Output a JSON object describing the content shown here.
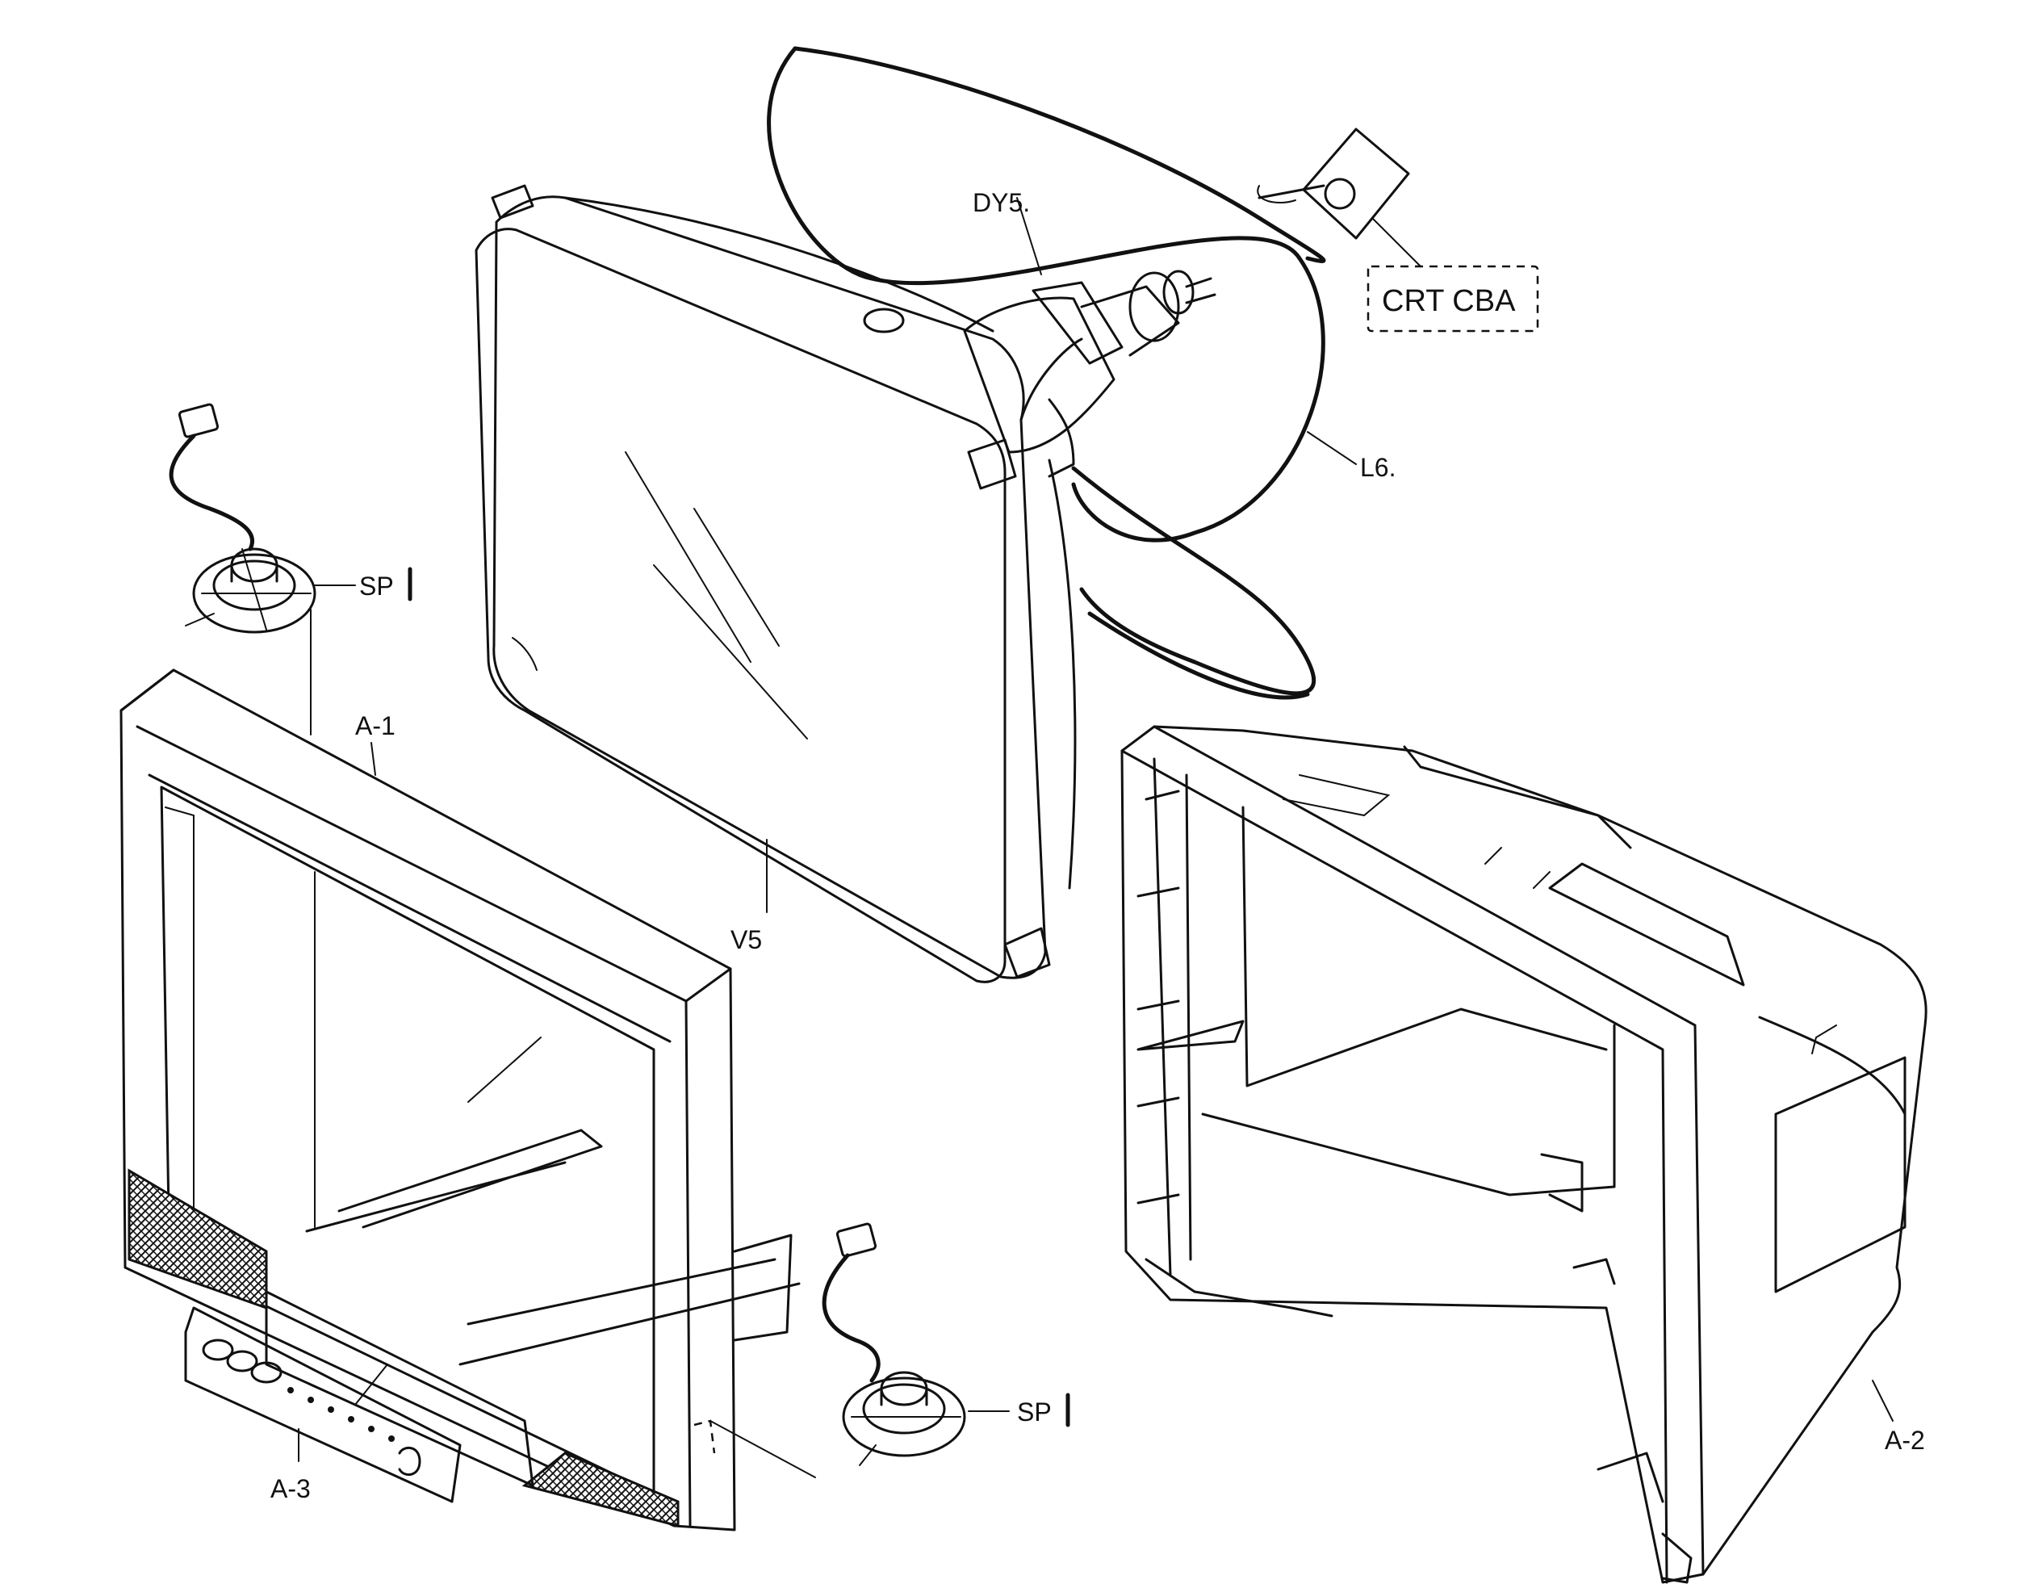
{
  "labels": {
    "crt_cba": "CRT CBA",
    "dy5": "DY5.",
    "l6": "L6.",
    "v5": "V5",
    "sp_upper": "SP",
    "sp_lower": "SP",
    "a1": "A-1",
    "a2": "A-2",
    "a3": "A-3"
  },
  "colors": {
    "ink": "#111111",
    "paper": "#ffffff"
  }
}
